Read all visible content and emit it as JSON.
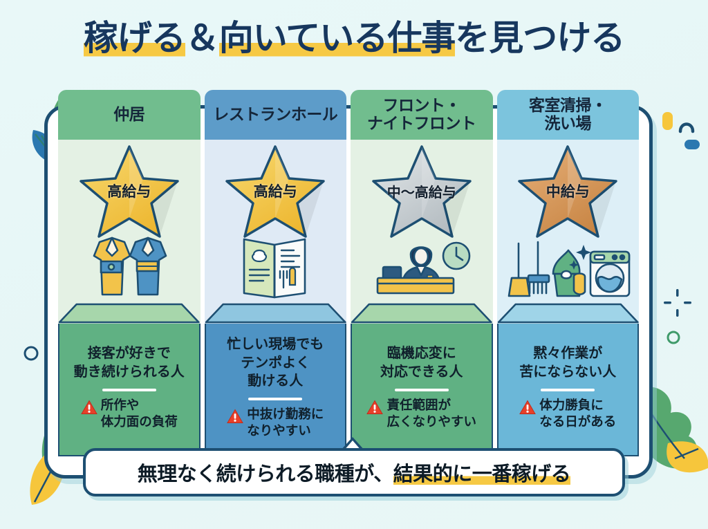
{
  "title": {
    "part1": "稼げる",
    "part2": "＆",
    "part3": "向いている仕事",
    "part4": "を見つける"
  },
  "columns": [
    {
      "header": "仲居",
      "header_color": "#71bd8e",
      "panel_color": "#e4f1e4",
      "pedestal_top": "#a7d6ab",
      "pedestal_face": "#60b183",
      "star_label": "高給与",
      "star_color": "#f2c34a",
      "star_type": "gold",
      "fit_text": "接客が好きで\n動き続けられる人",
      "warning": "所作や\n体力面の負荷",
      "art": "kimono-pair-icon"
    },
    {
      "header": "レストランホール",
      "header_color": "#5d9cc9",
      "panel_color": "#dfeaf5",
      "pedestal_top": "#8fc6e0",
      "pedestal_face": "#4e93c4",
      "star_label": "高給与",
      "star_color": "#f2c34a",
      "star_type": "gold",
      "fit_text": "忙しい現場でも\nテンポよく\n動ける人",
      "warning": "中抜け勤務に\nなりやすい",
      "art": "menu-book-icon"
    },
    {
      "header": "フロント・\nナイトフロント",
      "header_color": "#71bd8e",
      "panel_color": "#e4f1e4",
      "pedestal_top": "#a7d6ab",
      "pedestal_face": "#60b183",
      "star_label": "中〜高給与",
      "star_color": "#c3c9cc",
      "star_type": "silver",
      "fit_text": "臨機応変に\n対応できる人",
      "warning": "責任範囲が\n広くなりやすい",
      "art": "front-desk-icon"
    },
    {
      "header": "客室清掃・\n洗い場",
      "header_color": "#7cc4dd",
      "panel_color": "#ddeff7",
      "pedestal_top": "#9fd4e8",
      "pedestal_face": "#6bb7d8",
      "star_label": "中給与",
      "star_color": "#d79a5f",
      "star_type": "bronze",
      "fit_text": "黙々作業が\n苦にならない人",
      "warning": "体力勝負に\nなる日がある",
      "art": "cleaning-laundry-icon"
    }
  ],
  "banner": {
    "text_plain": "無理なく続けられる職種が、",
    "text_highlight": "結果的に一番稼げる"
  },
  "theme": {
    "background": "#e9f7f7",
    "outline": "#1d4f72",
    "title_color": "#17375e",
    "highlight": "#f6c944",
    "warning_red": "#e8402a",
    "leaf_green": "#57a86f",
    "leaf_blue": "#2b78b0",
    "leaf_yellow": "#f6c63c"
  }
}
